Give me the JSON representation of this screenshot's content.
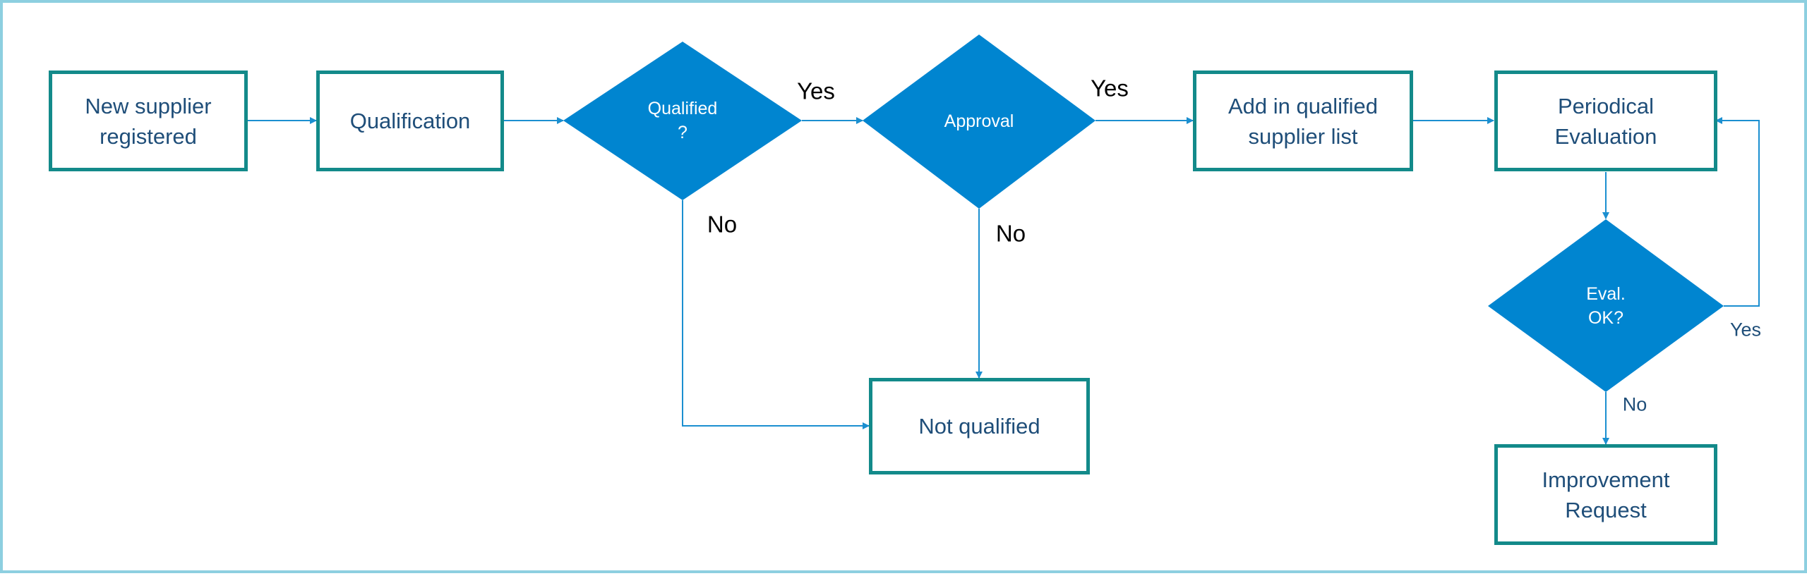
{
  "nodes": {
    "new_supplier": "New supplier\nregistered",
    "qualification": "Qualification",
    "qualified_decision": "Qualified\n?",
    "approval_decision": "Approval",
    "add_list": "Add in qualified\nsupplier list",
    "periodical_evaluation": "Periodical\nEvaluation",
    "eval_ok_decision": "Eval.\nOK?",
    "not_qualified": "Not qualified",
    "improvement_request": "Improvement\nRequest"
  },
  "edge_labels": {
    "qualified_yes": "Yes",
    "qualified_no": "No",
    "approval_yes": "Yes",
    "approval_no": "No",
    "eval_yes": "Yes",
    "eval_no": "No"
  },
  "colors": {
    "box_border": "#138a8a",
    "box_text": "#1f4e79",
    "diamond_fill": "#0085d0",
    "connector": "#1b8fd0",
    "frame_border": "#8dcfe0"
  }
}
